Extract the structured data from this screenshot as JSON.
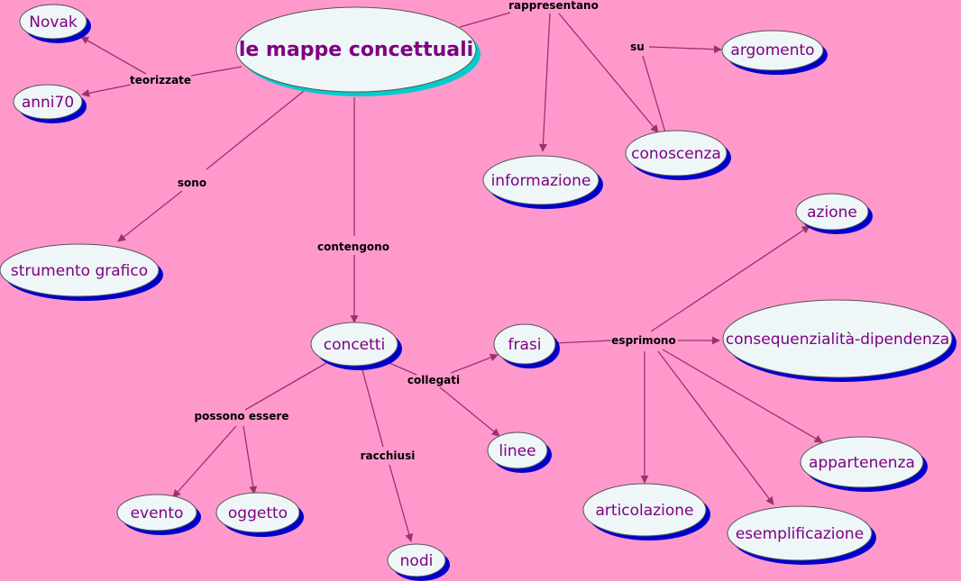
{
  "colors": {
    "background": "#ff99cc",
    "node_fill": "#eef6f8",
    "node_shadow": "#0000cc",
    "title_shadow": "#00cccc",
    "node_text": "#800080",
    "line": "#99336f"
  },
  "nodes": {
    "title": "le mappe concettuali",
    "novak": "Novak",
    "anni70": "anni70",
    "strumento_grafico": "strumento grafico",
    "informazione": "informazione",
    "conoscenza": "conoscenza",
    "argomento": "argomento",
    "concetti": "concetti",
    "frasi": "frasi",
    "linee": "linee",
    "evento": "evento",
    "oggetto": "oggetto",
    "nodi": "nodi",
    "azione": "azione",
    "consequenzialita": "consequenzialità-dipendenza",
    "appartenenza": "appartenenza",
    "esemplificazione": "esemplificazione",
    "articolazione": "articolazione"
  },
  "links": {
    "teorizzate": "teorizzate",
    "sono": "sono",
    "contengono": "contengono",
    "rappresentano": "rappresentano",
    "su": "su",
    "collegati": "collegati",
    "possono_essere": "possono essere",
    "racchiusi": "racchiusi",
    "esprimono": "esprimono"
  }
}
